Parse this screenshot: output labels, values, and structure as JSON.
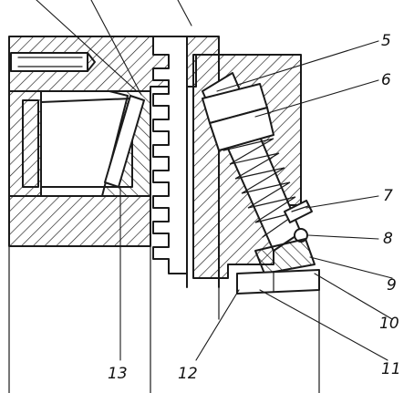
{
  "diagram": {
    "callouts": {
      "c5": "5",
      "c6": "6",
      "c7": "7",
      "c8": "8",
      "c9": "9",
      "c10": "10",
      "c11": "11",
      "c12": "12",
      "c13": "13"
    },
    "colors": {
      "ink": "#1a1a1a",
      "paper": "#ffffff"
    }
  }
}
